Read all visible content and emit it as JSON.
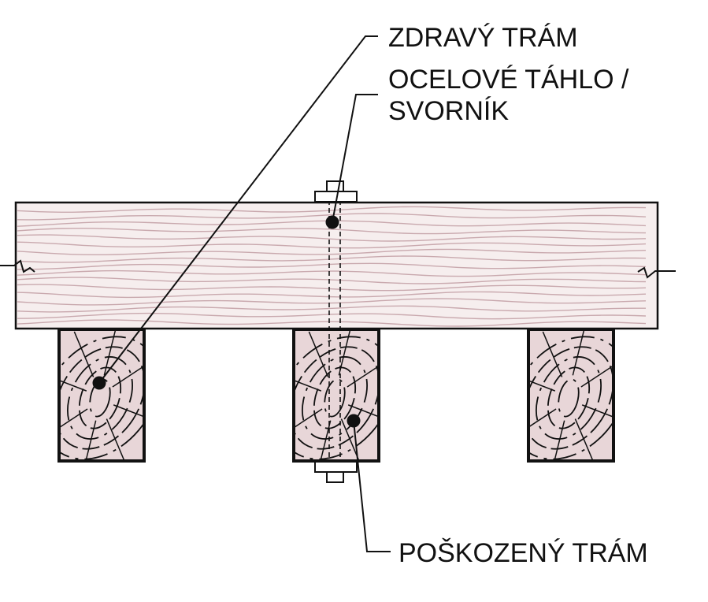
{
  "labels": {
    "healthy_beam": "ZDRAVÝ TRÁM",
    "steel_rod_line1": "OCELOVÉ TÁHLO /",
    "steel_rod_line2": "SVORNÍK",
    "damaged_beam": "POŠKOZENÝ TRÁM"
  },
  "colors": {
    "wood_fill": "#e8d6d8",
    "grain": "#c9a9ae",
    "line": "#111111"
  },
  "icons": {
    "plank": "wooden-plank-icon",
    "joist": "wooden-joist-cross-section-icon",
    "bolt": "bolt-icon"
  }
}
